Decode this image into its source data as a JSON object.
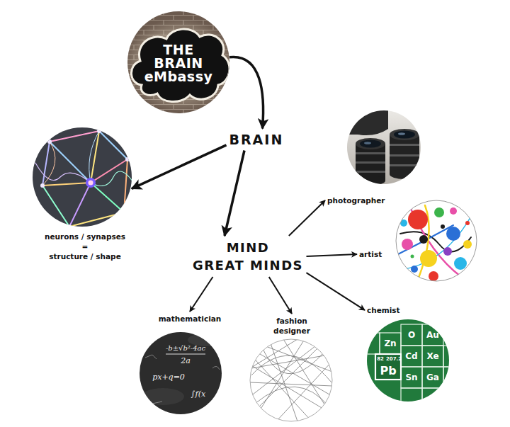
{
  "diagram": {
    "nodes": [
      {
        "text": [
          "THE BRAIN eMbassy"
        ]
      },
      {
        "text": [
          "BRAIN"
        ]
      },
      {
        "text": [
          "neurons / synapses",
          "=",
          "structure / shape"
        ]
      },
      {
        "text": [
          "MIND",
          "GREAT MINDS"
        ]
      },
      {
        "text": [
          "photographer"
        ]
      },
      {
        "text": [
          "artist"
        ]
      },
      {
        "text": [
          "chemist"
        ]
      },
      {
        "text": [
          "fashion designer"
        ]
      },
      {
        "text": [
          "mathematician"
        ]
      }
    ],
    "edges": [
      {
        "from": 0,
        "to": 1,
        "arrow": "to"
      },
      {
        "from": 1,
        "to": 2,
        "arrow": "to"
      },
      {
        "from": 1,
        "to": 3,
        "arrow": "to"
      },
      {
        "from": 3,
        "to": 4,
        "arrow": "to"
      },
      {
        "from": 3,
        "to": 5,
        "arrow": "to"
      },
      {
        "from": 3,
        "to": 6,
        "arrow": "to"
      },
      {
        "from": 3,
        "to": 7,
        "arrow": "to"
      },
      {
        "from": 3,
        "to": 8,
        "arrow": "to"
      }
    ],
    "labels": [
      "-b±√b²-4ac",
      "2a",
      "px+q=0",
      "∫f(x",
      "O",
      "Au",
      "Zn",
      "Cd",
      "Xe",
      "82",
      "207.2",
      "Pb",
      "Sn",
      "Ga"
    ]
  }
}
